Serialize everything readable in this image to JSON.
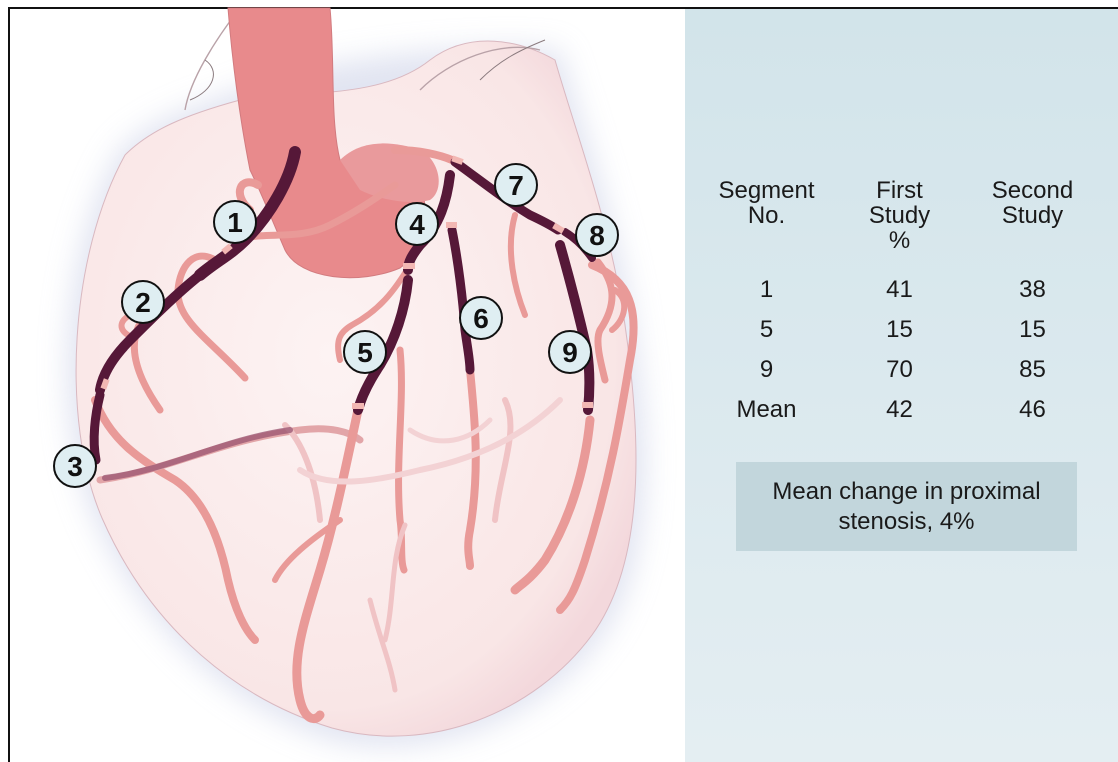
{
  "segment_labels": [
    "1",
    "2",
    "3",
    "4",
    "5",
    "6",
    "7",
    "8",
    "9"
  ],
  "table": {
    "headers": [
      "Segment No.",
      "First Study %",
      "Second Study"
    ],
    "rows": [
      [
        "1",
        "41",
        "38"
      ],
      [
        "5",
        "15",
        "15"
      ],
      [
        "9",
        "70",
        "85"
      ],
      [
        "Mean",
        "42",
        "46"
      ]
    ]
  },
  "summary": "Mean change in proximal stenosis, 4%",
  "colors": {
    "artery": "#e99a98",
    "stenosed_segment": "#561838",
    "aorta": "#e8888b",
    "heart": "#fbeaea",
    "panel_bg": "#d4e6ec",
    "summary_box": "#c2d6dc"
  }
}
